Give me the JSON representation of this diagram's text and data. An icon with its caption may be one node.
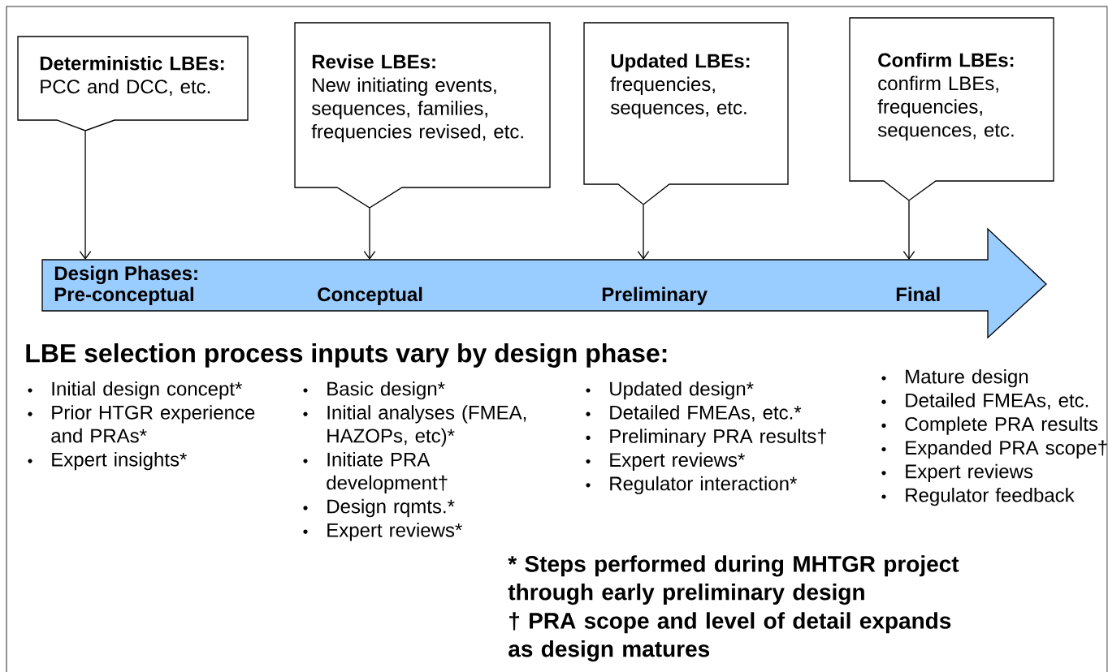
{
  "diagram": {
    "nodes": [
      {
        "text": [
          "Deterministic LBEs:",
          "PCC and DCC, etc."
        ]
      },
      {
        "text": [
          "Revise LBEs:",
          "New initiating events, sequences, families, frequencies revised, etc."
        ]
      },
      {
        "text": [
          "Updated LBEs:",
          "frequencies, sequences, etc."
        ]
      },
      {
        "text": [
          "Confirm LBEs:",
          "confirm LBEs, frequencies, sequences, etc."
        ]
      },
      {
        "text": [
          "Design Phases:",
          "Pre-conceptual",
          "Conceptual",
          "Preliminary",
          "Final"
        ]
      }
    ],
    "edges": [
      {
        "from": 0,
        "to": 4,
        "arrow": "to"
      },
      {
        "from": 1,
        "to": 4,
        "arrow": "to"
      },
      {
        "from": 2,
        "to": 4,
        "arrow": "to"
      },
      {
        "from": 3,
        "to": 4,
        "arrow": "to"
      }
    ],
    "labels": [
      "LBE selection process inputs vary by design phase:",
      "Initial design concept*",
      "Prior HTGR experience and PRAs*",
      "Expert insights*",
      "Basic design*",
      "Initial analyses (FMEA, HAZOPs, etc)*",
      "Initiate PRA development†",
      "Design rqmts.*",
      "Expert reviews*",
      "Updated design*",
      "Detailed FMEAs, etc.*",
      "Preliminary PRA results†",
      "Expert reviews*",
      "Regulator interaction*",
      "Mature design",
      "Detailed FMEAs, etc.",
      "Complete PRA results",
      "Expanded PRA scope†",
      "Expert reviews",
      "Regulator feedback",
      "* Steps performed during MHTGR project through early preliminary design",
      "† PRA scope and level of detail expands as design matures"
    ]
  }
}
